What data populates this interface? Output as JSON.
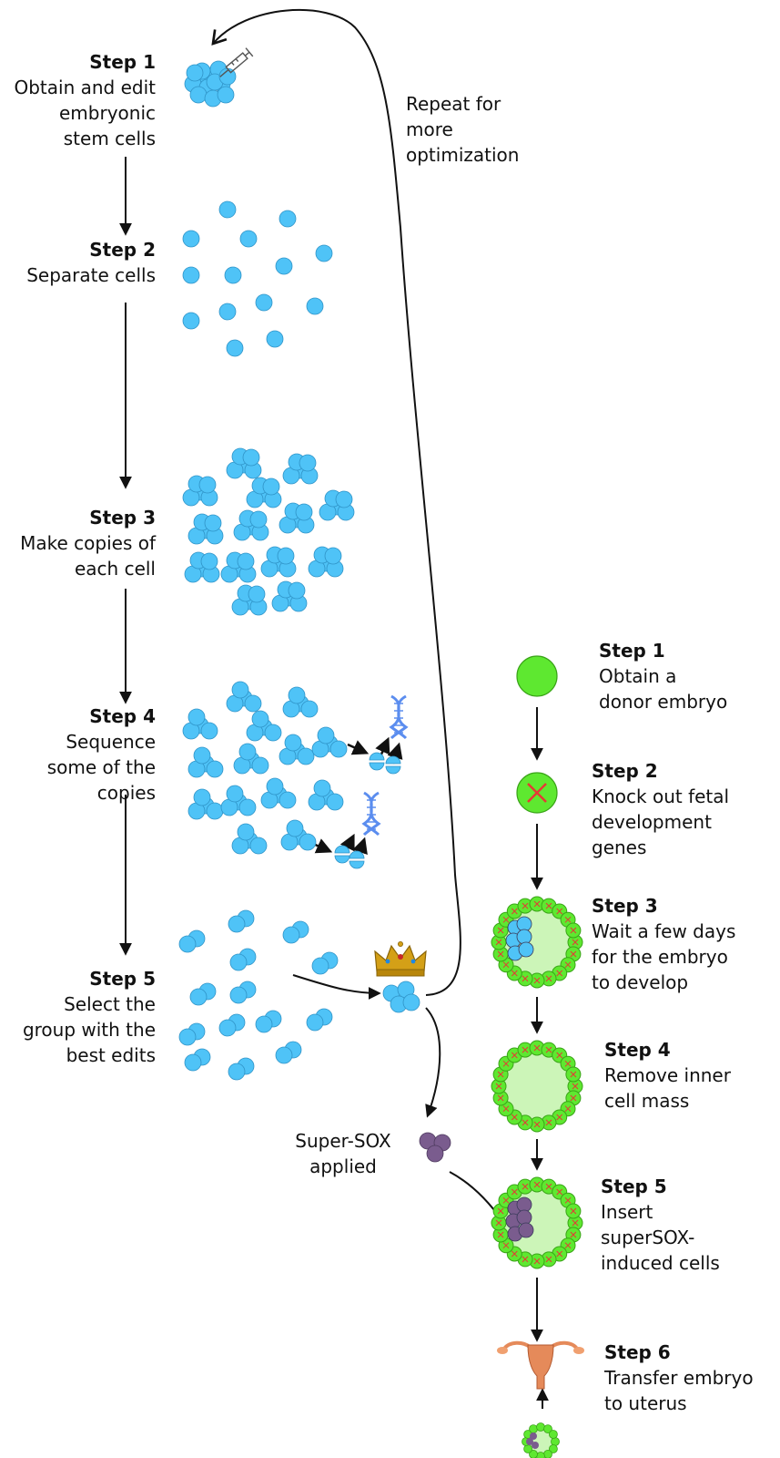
{
  "left_steps": [
    {
      "title": "Step 1",
      "lines": [
        "Obtain and edit",
        "embryonic",
        "stem cells"
      ]
    },
    {
      "title": "Step 2",
      "lines": [
        "Separate cells"
      ]
    },
    {
      "title": "Step 3",
      "lines": [
        "Make copies of",
        "each cell"
      ]
    },
    {
      "title": "Step 4",
      "lines": [
        "Sequence",
        "some of the",
        "copies"
      ]
    },
    {
      "title": "Step 5",
      "lines": [
        "Select the",
        "group with the",
        "best edits"
      ]
    }
  ],
  "right_steps": [
    {
      "title": "Step 1",
      "lines": [
        "Obtain a",
        "donor embryo"
      ]
    },
    {
      "title": "Step 2",
      "lines": [
        "Knock out fetal",
        "development",
        "genes"
      ]
    },
    {
      "title": "Step 3",
      "lines": [
        "Wait a few days",
        "for the embryo",
        "to develop"
      ]
    },
    {
      "title": "Step 4",
      "lines": [
        "Remove inner",
        "cell mass"
      ]
    },
    {
      "title": "Step 5",
      "lines": [
        "Insert",
        "superSOX-",
        "induced cells"
      ]
    },
    {
      "title": "Step 6",
      "lines": [
        "Transfer embryo",
        "to uterus"
      ]
    }
  ],
  "repeat_label": [
    "Repeat for",
    "more",
    "optimization"
  ],
  "supersox_label": [
    "Super-SOX",
    "applied"
  ],
  "colors": {
    "cell": "#4fc3f7",
    "cell_stroke": "#2f93c7",
    "embryo_green": "#5ee830",
    "embryo_inner": "#ccf5b8",
    "knockout_x": "#e53935",
    "supersox": "#7a5c8e",
    "dna": "#5b8def",
    "crown": "#d4a017",
    "uterus": "#e58a5a",
    "arrow": "#111111"
  }
}
